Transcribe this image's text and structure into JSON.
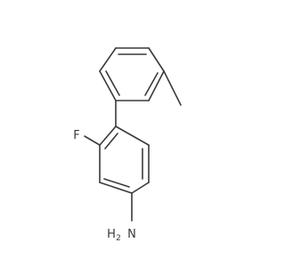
{
  "molecule": {
    "atoms": {
      "fluorine": "F",
      "nitrogen": "N",
      "hydrogen": "H",
      "h_count": "2"
    },
    "colors": {
      "bond": "#3a3a3a",
      "label": "#3a3a3a"
    }
  }
}
